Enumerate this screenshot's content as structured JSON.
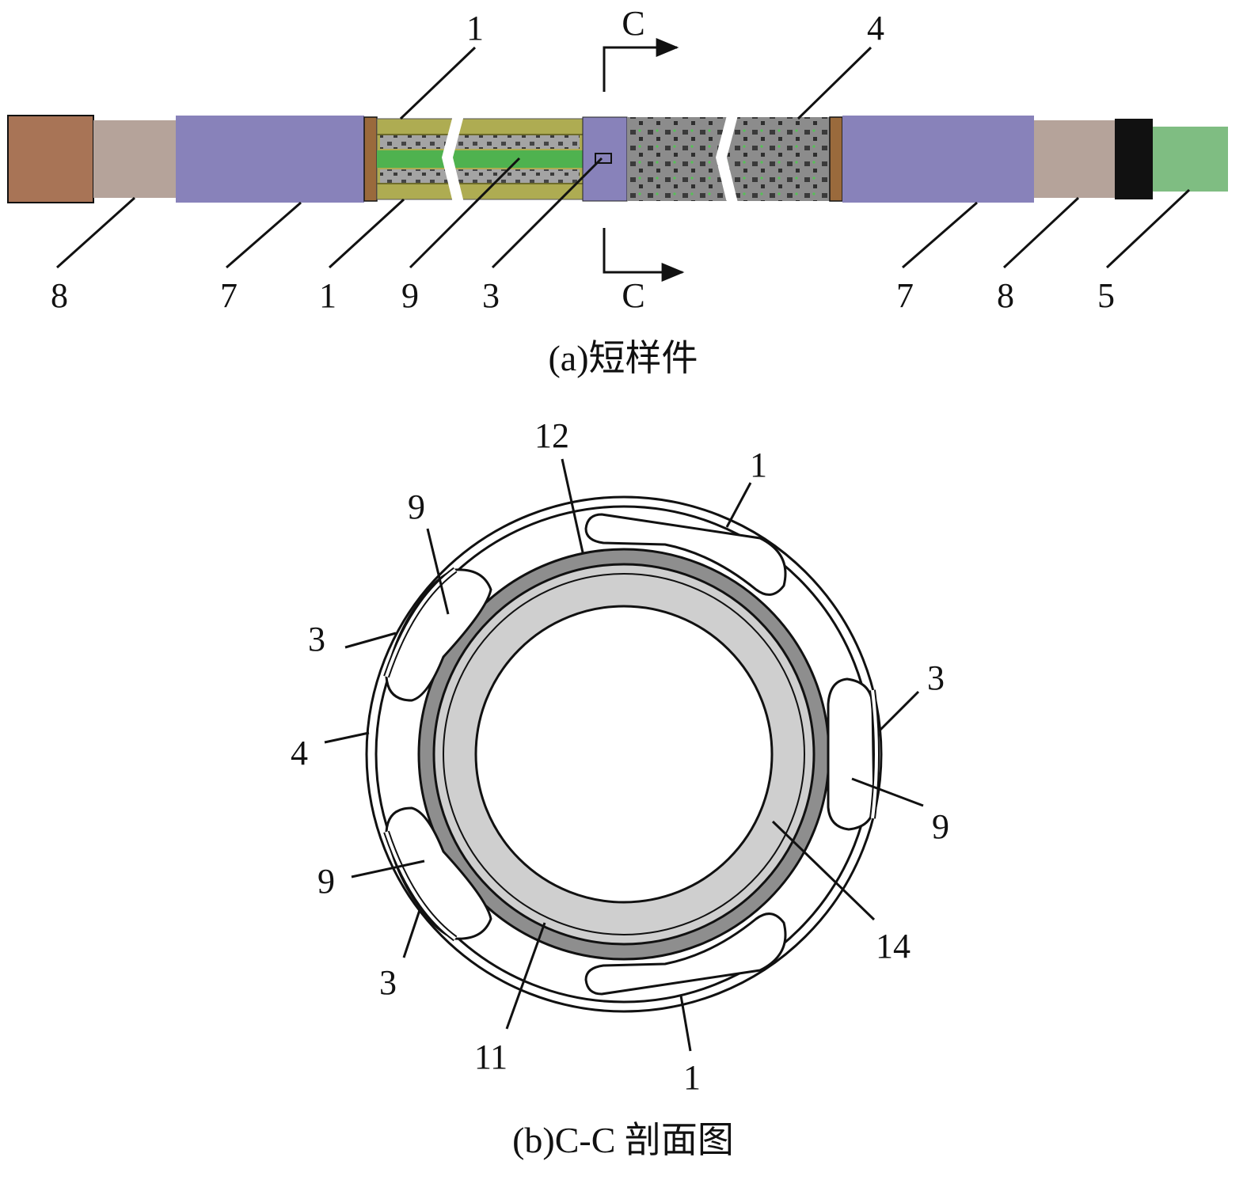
{
  "figure_a": {
    "caption": "(a)短样件",
    "section_mark": "C",
    "labels_top": [
      "1",
      "4"
    ],
    "labels_bottom": [
      "8",
      "7",
      "1",
      "9",
      "3",
      "7",
      "8",
      "5"
    ]
  },
  "figure_b": {
    "caption": "(b)C-C 剖面图",
    "labels": [
      "12",
      "1",
      "9",
      "3",
      "3",
      "9",
      "4",
      "9",
      "3",
      "14",
      "11",
      "1"
    ]
  },
  "colors": {
    "end_cap": "#a87456",
    "collar": "#b5a39a",
    "sleeve": "#8882ba",
    "rib": "#aeac52",
    "tube_green": "#4fb24f",
    "mesh": "#8a8a8a",
    "pipe_green": "#7fbd82",
    "ring_dark": "#8e8e8e",
    "ring_light": "#cfcfcf"
  }
}
